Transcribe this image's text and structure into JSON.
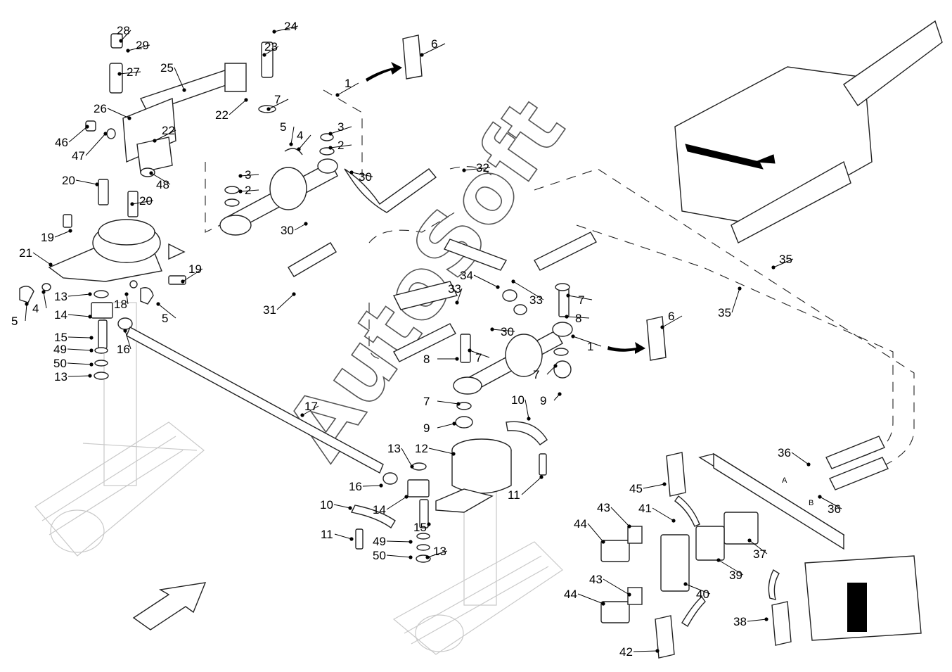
{
  "watermark": "AutoSoft",
  "ports": [
    "A",
    "B"
  ],
  "callouts": [
    "1",
    "1",
    "2",
    "2",
    "3",
    "3",
    "4",
    "4",
    "5",
    "5",
    "5",
    "6",
    "6",
    "7",
    "7",
    "7",
    "7",
    "7",
    "8",
    "8",
    "9",
    "9",
    "10",
    "10",
    "11",
    "11",
    "12",
    "13",
    "13",
    "13",
    "13",
    "14",
    "14",
    "15",
    "15",
    "16",
    "16",
    "17",
    "18",
    "19",
    "19",
    "20",
    "20",
    "21",
    "22",
    "22",
    "23",
    "24",
    "25",
    "26",
    "27",
    "28",
    "29",
    "30",
    "30",
    "30",
    "31",
    "32",
    "33",
    "33",
    "34",
    "35",
    "35",
    "36",
    "36",
    "37",
    "38",
    "39",
    "40",
    "41",
    "42",
    "43",
    "43",
    "44",
    "44",
    "45",
    "46",
    "47",
    "48",
    "49",
    "49",
    "50",
    "50"
  ],
  "colors": {
    "line": "#222222",
    "ghost": "#c9c9c9",
    "ink": "#000000"
  }
}
